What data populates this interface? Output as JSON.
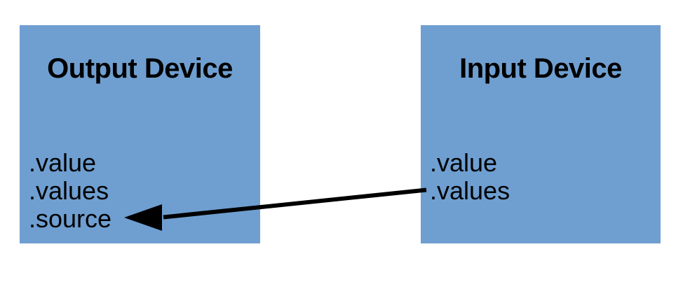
{
  "diagram": {
    "type": "block-diagram",
    "background_color": "#ffffff",
    "box_fill_color": "#6f9fd1",
    "text_color": "#000000",
    "arrow_color": "#000000",
    "output_device": {
      "title": "Output Device",
      "properties": [
        {
          "label": ".value"
        },
        {
          "label": ".values"
        },
        {
          "label": ".source"
        }
      ]
    },
    "input_device": {
      "title": "Input Device",
      "properties": [
        {
          "label": ".value"
        },
        {
          "label": ".values"
        }
      ]
    },
    "connector": {
      "name": "source-link-arrow",
      "from": "input-device.values",
      "to": "output-device.source",
      "direction": "right-to-left"
    }
  }
}
